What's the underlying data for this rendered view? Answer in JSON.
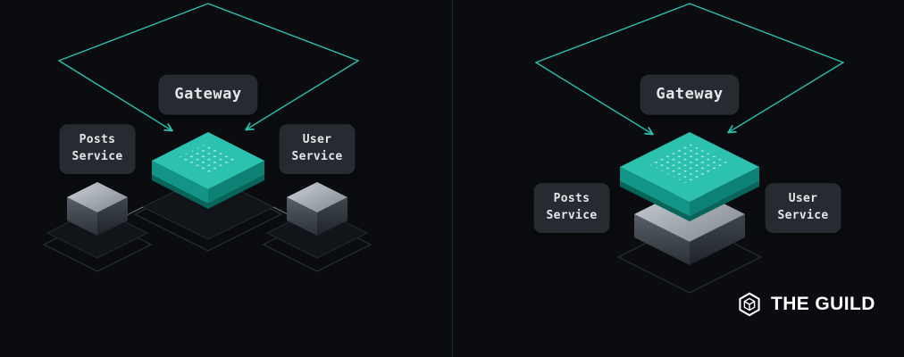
{
  "colors": {
    "bg": "#0a0c0f",
    "divider": "#21262c",
    "label_bg": "#262b31",
    "label_text": "#e3e7ea",
    "teal_top": "#2cc2af",
    "teal_left": "#129486",
    "teal_right": "#0d8173",
    "teal_stripe": "#07655a",
    "teal_line": "#2bbfae",
    "dot": "#b9efe7",
    "platform_fill": "#111419",
    "platform_stroke": "#3a414a",
    "connector_line": "#8b929b",
    "logo_text_color": "#ffffff"
  },
  "left_panel": {
    "gateway_label": "Gateway",
    "posts_label": "Posts\nService",
    "user_label": "User\nService"
  },
  "right_panel": {
    "gateway_label": "Gateway",
    "posts_label": "Posts\nService",
    "user_label": "User\nService"
  },
  "logo": {
    "text": "THE GUILD"
  },
  "icons": {
    "logo_icon": "guild-hexagon-icon",
    "arrow_icon": "traffic-arrow-icon"
  }
}
